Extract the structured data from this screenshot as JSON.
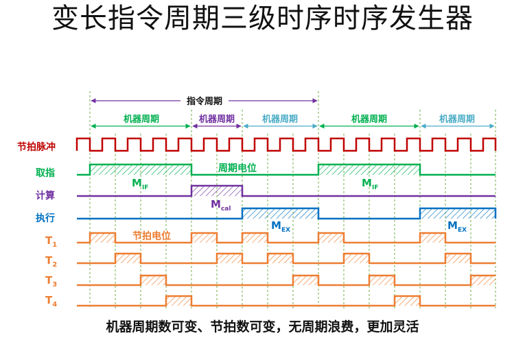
{
  "title": "变长指令周期三级时序时序发生器",
  "instruction_cycle_label": "指令周期",
  "machine_cycle_label": "机器周期",
  "signals": {
    "clock": "节拍脉冲",
    "fetch": "取指",
    "compute": "计算",
    "execute": "执行",
    "t1": "T",
    "t1_sub": "1",
    "t2": "T",
    "t2_sub": "2",
    "t3": "T",
    "t3_sub": "3",
    "t4": "T",
    "t4_sub": "4"
  },
  "annotations": {
    "cycle_level": "周期电位",
    "beat_level": "节拍电位",
    "m_if": "M",
    "m_if_sub": "IF",
    "m_if_2": "M",
    "m_if_2_sub": "IF",
    "m_cal": "M",
    "m_cal_sub": "cal",
    "m_ex": "M",
    "m_ex_sub": "EX",
    "m_ex_2": "M",
    "m_ex_2_sub": "EX"
  },
  "caption": "机器周期数可变、节拍数可变，无周期浪费，更加灵活",
  "colors": {
    "clock": "#c00000",
    "fetch": "#00b050",
    "compute": "#7030a0",
    "execute": "#0070c0",
    "beat": "#ed7d31",
    "fetch_arrow": "#00b050",
    "compute_arrow": "#7030a0",
    "execute_arrow": "#4bacc6"
  }
}
